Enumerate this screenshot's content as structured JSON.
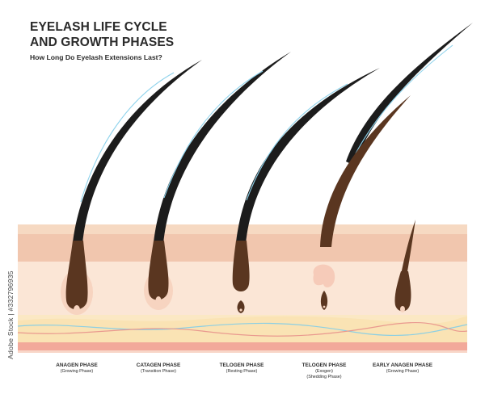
{
  "header": {
    "title_line1": "EYELASH LIFE CYCLE",
    "title_line2": "AND GROWTH PHASES",
    "subtitle": "How Long Do Eyelash Extensions Last?"
  },
  "phases": [
    {
      "name": "ANAGEN PHASE",
      "sub": "(Growing Phase)"
    },
    {
      "name": "CATAGEN PHASE",
      "sub": "(Transition Phase)"
    },
    {
      "name": "TELOGEN PHASE",
      "sub": "(Resting Phase)"
    },
    {
      "name": "TELOGEN PHASE",
      "sub": "(Exogen)",
      "sub2": "(Shedding Phase)"
    },
    {
      "name": "EARLY ANAGEN PHASE",
      "sub": "(Growing Phase)"
    }
  ],
  "watermark_id": "Adobe Stock | #332796935",
  "colors": {
    "skin_top": "#f6d9c2",
    "skin_band": "#f1c6ae",
    "dermis": "#fbe6d6",
    "fat": "#fbe8c4",
    "lash": "#1c1c1c",
    "hair_brown": "#5a3620",
    "blue_highlight": "#8fd3ec"
  }
}
